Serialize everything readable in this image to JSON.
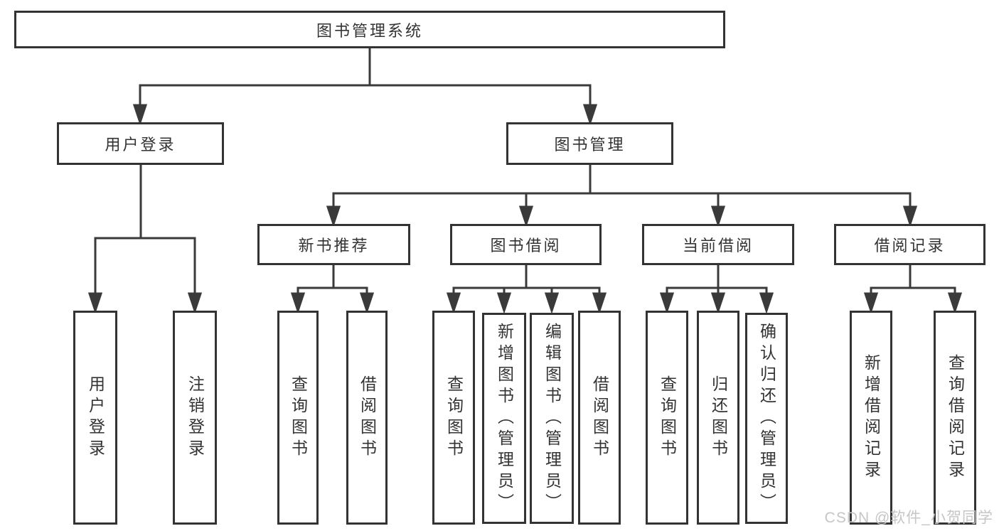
{
  "diagram": {
    "root": "图书管理系统",
    "user_login": {
      "label": "用户登录",
      "children": [
        "用户登录",
        "注销登录"
      ]
    },
    "book_management": {
      "label": "图书管理",
      "new_book": {
        "label": "新书推荐",
        "children": [
          "查询图书",
          "借阅图书"
        ]
      },
      "borrow": {
        "label": "图书借阅",
        "children": [
          "查询图书",
          "新增图书（管理员）",
          "编辑图书（管理员）",
          "借阅图书"
        ]
      },
      "current": {
        "label": "当前借阅",
        "children": [
          "查询图书",
          "归还图书",
          "确认归还（管理员）"
        ]
      },
      "record": {
        "label": "借阅记录",
        "children": [
          "新增借阅记录",
          "查询借阅记录"
        ]
      }
    },
    "watermark": "CSDN @软件_小贺同学",
    "colors": {
      "line": "#3a3a3a",
      "text": "#333333",
      "watermark": "#c6c6c6",
      "background": "#ffffff"
    }
  }
}
